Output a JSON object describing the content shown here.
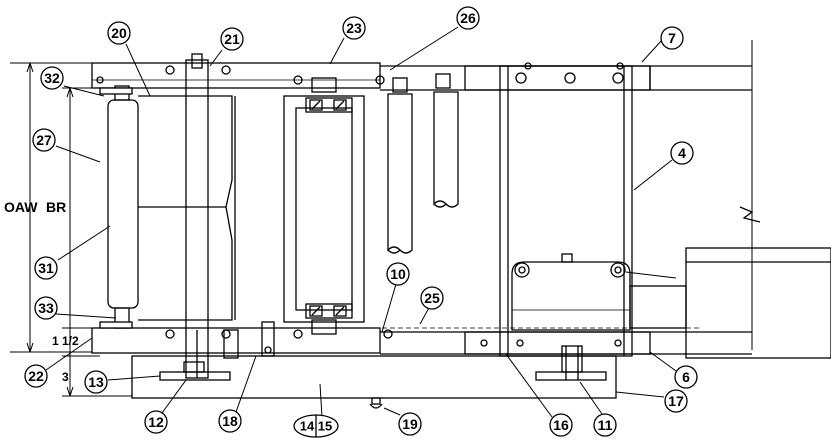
{
  "dimension_labels": {
    "oaw": "OAW",
    "br": "BR",
    "one_half": "1 1/2",
    "three": "3"
  },
  "callouts": {
    "c20": "20",
    "c21": "21",
    "c23": "23",
    "c26": "26",
    "c7": "7",
    "c32": "32",
    "c27": "27",
    "c4": "4",
    "c31": "31",
    "c10": "10",
    "c25": "25",
    "c33": "33",
    "c22": "22",
    "c13": "13",
    "c6": "6",
    "c17": "17",
    "c12": "12",
    "c18": "18",
    "c14_15": "14 15",
    "c19": "19",
    "c16": "16",
    "c11": "11"
  }
}
